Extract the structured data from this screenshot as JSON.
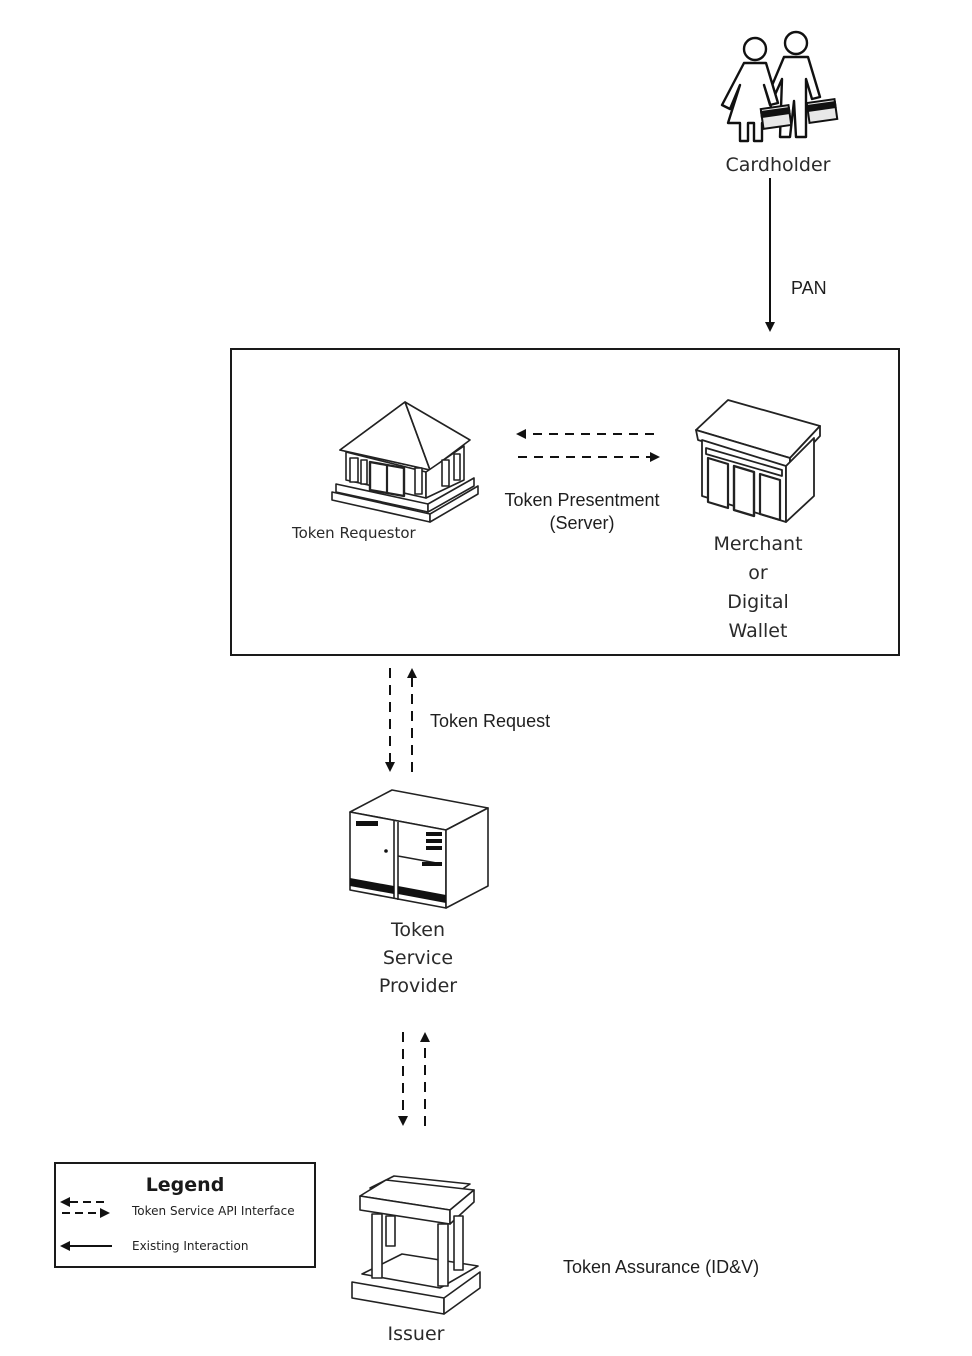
{
  "diagram": {
    "type": "tokenization-flow",
    "nodes": {
      "cardholder": {
        "label": "Cardholder",
        "icon": "people-with-cards-icon"
      },
      "token_requestor": {
        "label": "Token Requestor",
        "icon": "bank-building-icon"
      },
      "merchant": {
        "label_lines": [
          "Merchant",
          "or",
          "Digital",
          "Wallet"
        ],
        "icon": "storefront-icon"
      },
      "token_service_provider": {
        "label_lines": [
          "Token",
          "Service",
          "Provider"
        ],
        "icon": "server-cabinet-icon"
      },
      "issuer": {
        "label": "Issuer",
        "icon": "issuer-temple-icon"
      }
    },
    "edges": {
      "pan": {
        "label": "PAN",
        "from": "cardholder",
        "to": "token-requestor-group",
        "style": "solid"
      },
      "token_presentment": {
        "label_lines": [
          "Token Presentment",
          "(Server)"
        ],
        "between": [
          "token_requestor",
          "merchant"
        ],
        "style": "dashed-bidirectional"
      },
      "token_request": {
        "label": "Token Request",
        "between": [
          "token-requestor-group",
          "token_service_provider"
        ],
        "style": "dashed-bidirectional"
      },
      "token_assurance": {
        "label": "Token Assurance (ID&V)",
        "between": [
          "token_service_provider",
          "issuer"
        ],
        "style": "dashed-bidirectional"
      }
    }
  },
  "legend": {
    "title": "Legend",
    "items": [
      {
        "symbol": "dashed-bidirectional-arrow",
        "label": "Token Service API Interface"
      },
      {
        "symbol": "solid-left-arrow",
        "label": "Existing Interaction"
      }
    ]
  }
}
